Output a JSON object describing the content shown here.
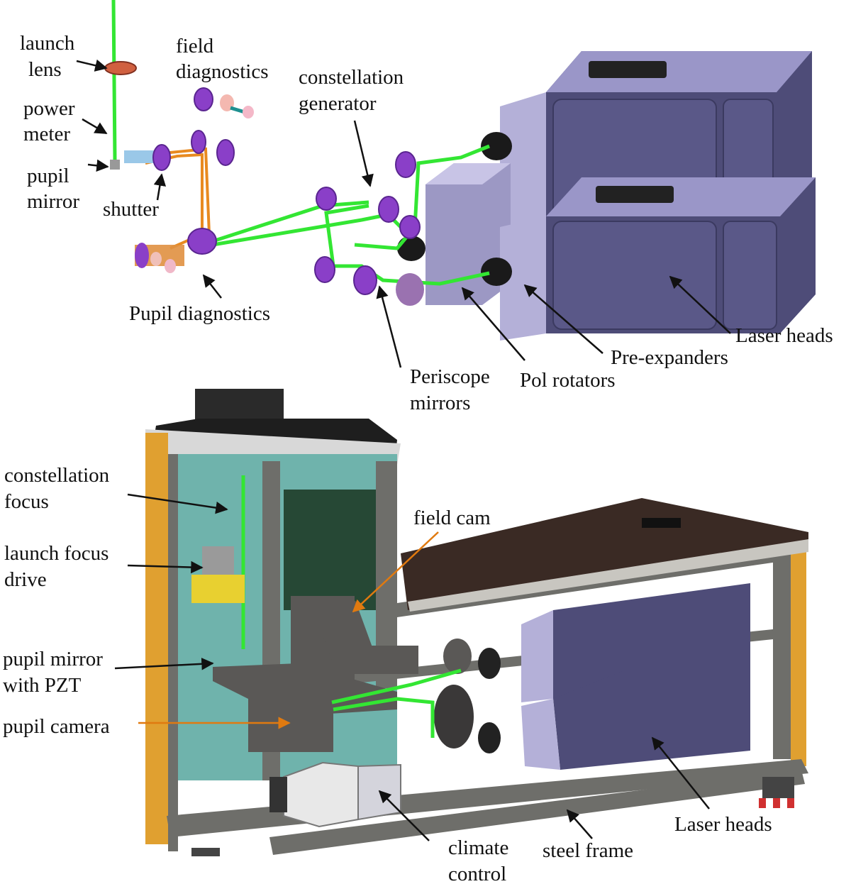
{
  "top_view": {
    "labels": {
      "launch_lens": [
        "launch",
        "lens"
      ],
      "field_diagnostics": [
        "field",
        "diagnostics"
      ],
      "constellation_generator": [
        "constellation",
        "generator"
      ],
      "power_meter": [
        "power",
        "meter"
      ],
      "pupil_mirror": [
        "pupil",
        "mirror"
      ],
      "shutter": "shutter",
      "pupil_diagnostics": "Pupil diagnostics",
      "laser_heads": "Laser heads",
      "pre_expanders": "Pre-expanders",
      "periscope_mirrors": [
        "Periscope",
        "mirrors"
      ],
      "pol_rotators": "Pol rotators"
    }
  },
  "bottom_view": {
    "labels": {
      "constellation_focus": [
        "constellation",
        "focus"
      ],
      "launch_focus_drive": [
        "launch focus",
        "drive"
      ],
      "pupil_mirror_pzt": [
        "pupil mirror",
        "with PZT"
      ],
      "pupil_camera": "pupil camera",
      "field_cam": "field cam",
      "laser_heads": "Laser heads",
      "steel_frame": "steel frame",
      "climate_control": [
        "climate",
        "control"
      ]
    }
  },
  "colors": {
    "laser_beam": "#33e633",
    "laser_head_body": "#4e4c78",
    "laser_head_side": "#b4b0d8",
    "mirror": "#8a3fc8",
    "frame_orange": "#e0a030",
    "frame_steel": "#6e6e6a",
    "top_board": "#3a2a24",
    "teal_panel": "#6fb3ac",
    "arrow_black": "#111111",
    "arrow_orange": "#e07a10"
  }
}
